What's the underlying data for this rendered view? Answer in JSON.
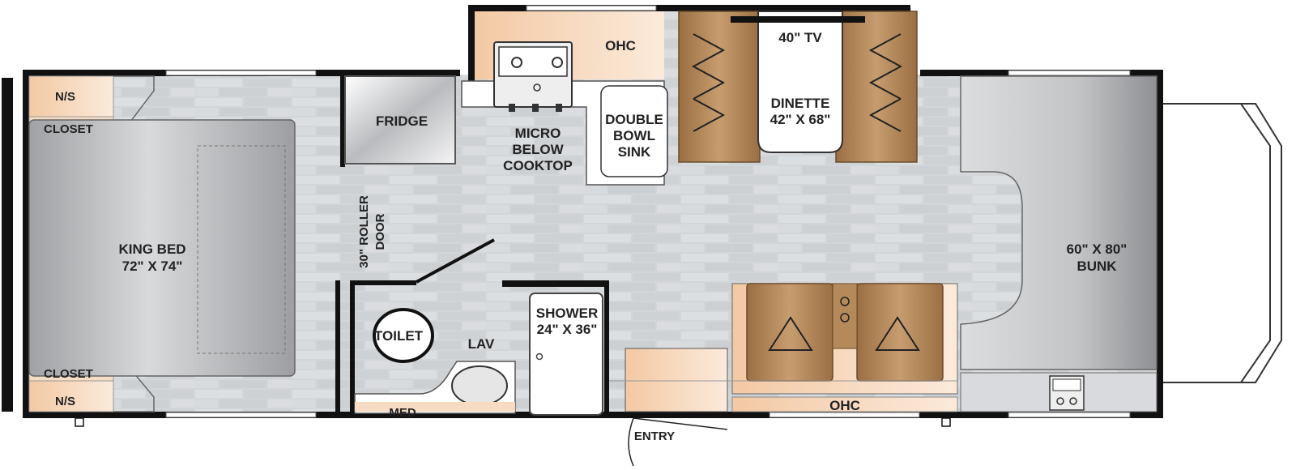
{
  "labels": {
    "ns_top": "N/S",
    "closet_top": "CLOSET",
    "closet_bottom": "CLOSET",
    "ns_bottom": "N/S",
    "king_bed_1": "KING BED",
    "king_bed_2": "72\" X 74\"",
    "roller_door_1": "30\" ROLLER",
    "roller_door_2": "DOOR",
    "fridge": "FRIDGE",
    "ohc_kitchen": "OHC",
    "micro_1": "MICRO",
    "micro_2": "BELOW",
    "micro_3": "COOKTOP",
    "sink_1": "DOUBLE",
    "sink_2": "BOWL",
    "sink_3": "SINK",
    "tv": "40\" TV",
    "dinette_1": "DINETTE",
    "dinette_2": "42\" X 68\"",
    "toilet": "TOILET",
    "lav": "LAV",
    "med": "MED",
    "shower_1": "SHOWER",
    "shower_2": "24\" X 36\"",
    "entry": "ENTRY",
    "ohc_sofa": "OHC",
    "bunk_1": "60\" X 80\"",
    "bunk_2": "BUNK"
  },
  "colors": {
    "wall": "#111111",
    "floor": "#d4d7da",
    "wood": "#b48a5a",
    "cabinet": "#f6d6b8",
    "bed": "#b6b8bb",
    "appliance": "#d9dadb"
  }
}
